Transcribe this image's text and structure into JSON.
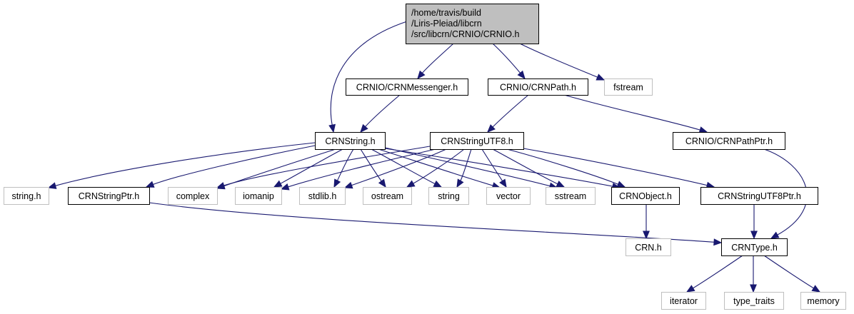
{
  "diagram": {
    "type": "include-dependency-graph",
    "colors": {
      "edge": "#191970",
      "root_fill": "#bfbfbf",
      "root_border": "#000000",
      "project_border": "#000000",
      "external_border": "#bfbfbf",
      "text": "#000000"
    },
    "nodes": [
      {
        "id": "root",
        "kind": "root",
        "lines": [
          "/home/travis/build",
          "/Liris-Pleiad/libcrn",
          "/src/libcrn/CRNIO/CRNIO.h"
        ]
      },
      {
        "id": "messenger",
        "kind": "project",
        "lines": [
          "CRNIO/CRNMessenger.h"
        ]
      },
      {
        "id": "path",
        "kind": "project",
        "lines": [
          "CRNIO/CRNPath.h"
        ]
      },
      {
        "id": "fstream",
        "kind": "external",
        "lines": [
          "fstream"
        ]
      },
      {
        "id": "string_hdr",
        "kind": "project",
        "lines": [
          "CRNString.h"
        ]
      },
      {
        "id": "stringutf8",
        "kind": "project",
        "lines": [
          "CRNStringUTF8.h"
        ]
      },
      {
        "id": "pathptr",
        "kind": "project",
        "lines": [
          "CRNIO/CRNPathPtr.h"
        ]
      },
      {
        "id": "string_h",
        "kind": "external",
        "lines": [
          "string.h"
        ]
      },
      {
        "id": "stringptr",
        "kind": "project",
        "lines": [
          "CRNStringPtr.h"
        ]
      },
      {
        "id": "complex",
        "kind": "external",
        "lines": [
          "complex"
        ]
      },
      {
        "id": "iomanip",
        "kind": "external",
        "lines": [
          "iomanip"
        ]
      },
      {
        "id": "stdlib",
        "kind": "external",
        "lines": [
          "stdlib.h"
        ]
      },
      {
        "id": "ostream",
        "kind": "external",
        "lines": [
          "ostream"
        ]
      },
      {
        "id": "string",
        "kind": "external",
        "lines": [
          "string"
        ]
      },
      {
        "id": "vector",
        "kind": "external",
        "lines": [
          "vector"
        ]
      },
      {
        "id": "sstream",
        "kind": "external",
        "lines": [
          "sstream"
        ]
      },
      {
        "id": "object",
        "kind": "project",
        "lines": [
          "CRNObject.h"
        ]
      },
      {
        "id": "stringutf8ptr",
        "kind": "project",
        "lines": [
          "CRNStringUTF8Ptr.h"
        ]
      },
      {
        "id": "crn",
        "kind": "external",
        "lines": [
          "CRN.h"
        ]
      },
      {
        "id": "type",
        "kind": "project",
        "lines": [
          "CRNType.h"
        ]
      },
      {
        "id": "iterator",
        "kind": "external",
        "lines": [
          "iterator"
        ]
      },
      {
        "id": "type_traits",
        "kind": "external",
        "lines": [
          "type_traits"
        ]
      },
      {
        "id": "memory",
        "kind": "external",
        "lines": [
          "memory"
        ]
      }
    ],
    "edges": [
      {
        "from": "root",
        "to": "string_hdr"
      },
      {
        "from": "root",
        "to": "messenger"
      },
      {
        "from": "root",
        "to": "path"
      },
      {
        "from": "root",
        "to": "fstream"
      },
      {
        "from": "messenger",
        "to": "string_hdr"
      },
      {
        "from": "path",
        "to": "stringutf8"
      },
      {
        "from": "path",
        "to": "pathptr"
      },
      {
        "from": "string_hdr",
        "to": "string_h"
      },
      {
        "from": "string_hdr",
        "to": "stringptr"
      },
      {
        "from": "string_hdr",
        "to": "complex"
      },
      {
        "from": "string_hdr",
        "to": "iomanip"
      },
      {
        "from": "string_hdr",
        "to": "stdlib"
      },
      {
        "from": "string_hdr",
        "to": "ostream"
      },
      {
        "from": "string_hdr",
        "to": "string"
      },
      {
        "from": "string_hdr",
        "to": "vector"
      },
      {
        "from": "string_hdr",
        "to": "sstream"
      },
      {
        "from": "string_hdr",
        "to": "object"
      },
      {
        "from": "stringutf8",
        "to": "complex"
      },
      {
        "from": "stringutf8",
        "to": "iomanip"
      },
      {
        "from": "stringutf8",
        "to": "stdlib"
      },
      {
        "from": "stringutf8",
        "to": "ostream"
      },
      {
        "from": "stringutf8",
        "to": "string"
      },
      {
        "from": "stringutf8",
        "to": "vector"
      },
      {
        "from": "stringutf8",
        "to": "sstream"
      },
      {
        "from": "stringutf8",
        "to": "object"
      },
      {
        "from": "stringutf8",
        "to": "stringutf8ptr"
      },
      {
        "from": "pathptr",
        "to": "type"
      },
      {
        "from": "stringptr",
        "to": "type"
      },
      {
        "from": "object",
        "to": "crn"
      },
      {
        "from": "stringutf8ptr",
        "to": "type"
      },
      {
        "from": "type",
        "to": "iterator"
      },
      {
        "from": "type",
        "to": "type_traits"
      },
      {
        "from": "type",
        "to": "memory"
      }
    ]
  }
}
